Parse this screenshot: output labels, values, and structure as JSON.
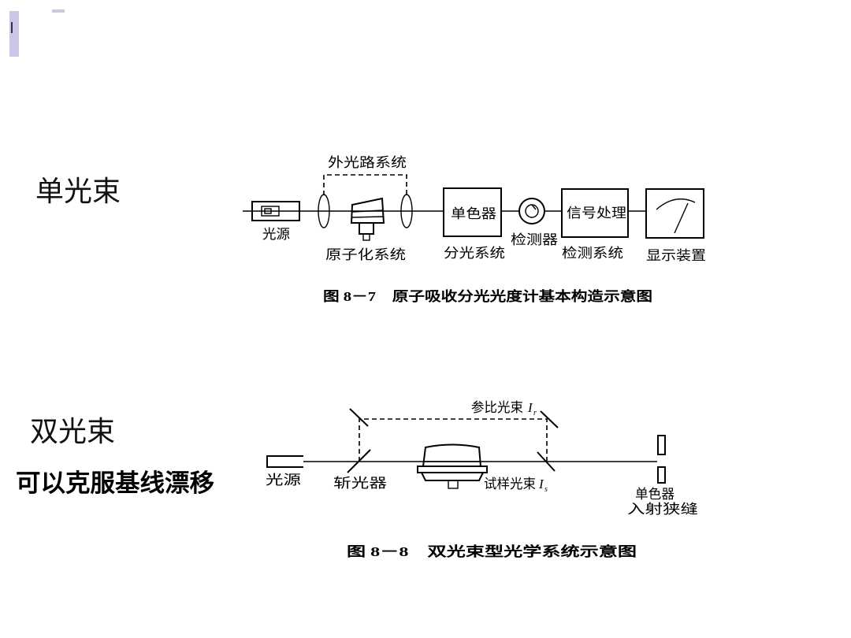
{
  "slide": {
    "single_beam_heading": "单光束",
    "double_beam_heading": "双光束",
    "double_beam_note": "可以克服基线漂移"
  },
  "figure_8_7": {
    "bracket_label": "外光路系统",
    "light_source": "光源",
    "atomizer": "原子化系统",
    "monochromator": "单色器",
    "dispersion_system": "分光系统",
    "detector": "检测器",
    "signal_processing": "信号处理",
    "detection_system": "检测系统",
    "display": "显示装置",
    "caption": "图 8－7　原子吸收分光光度计基本构造示意图"
  },
  "figure_8_8": {
    "reference_beam": "参比光束",
    "reference_beam_symbol": "I",
    "reference_beam_subscript": "r",
    "light_source": "光源",
    "chopper": "斩光器",
    "sample_beam": "试样光束",
    "sample_beam_symbol": "I",
    "sample_beam_subscript": "s",
    "monochromator": "单色器",
    "entrance_slit": "入射狭缝",
    "caption": "图 8－8　双光束型光学系统示意图"
  }
}
